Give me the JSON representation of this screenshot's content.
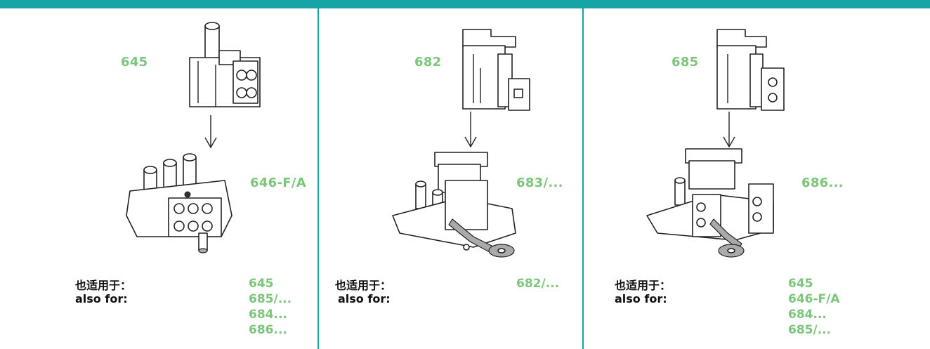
{
  "colors": {
    "accent": "#17a4a5",
    "label_green": "#7cc67c",
    "text": "#111111"
  },
  "panels": [
    {
      "top_label": "645",
      "bottom_label": "646-F/A",
      "also_cn": "也适用于：",
      "also_en": "also for:",
      "also_list": [
        "645",
        "685/...",
        "684...",
        "686..."
      ]
    },
    {
      "top_label": "682",
      "bottom_label": "683/...",
      "also_cn": "也适用于：",
      "also_en": "also for:",
      "also_list": [
        "682/..."
      ]
    },
    {
      "top_label": "685",
      "bottom_label": "686...",
      "also_cn": "也适用于：",
      "also_en": "also for:",
      "also_list": [
        "645",
        "646-F/A",
        "684...",
        "685/..."
      ]
    }
  ]
}
